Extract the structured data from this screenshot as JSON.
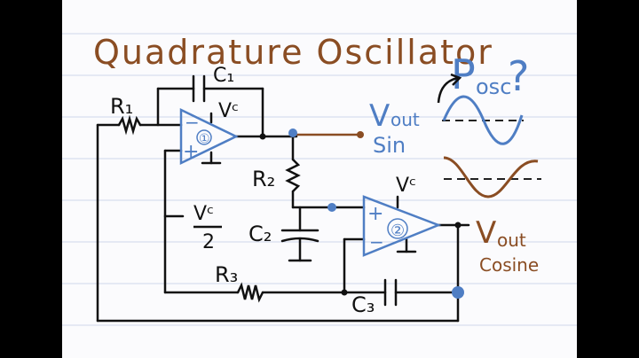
{
  "title": "Quadrature Oscillator",
  "question": {
    "symbol": "P",
    "subscript": "osc",
    "mark": "?"
  },
  "components": {
    "c1": "C₁",
    "r1": "R₁",
    "vc_top": "Vᶜ",
    "opamp1": "①",
    "minus": "−",
    "plus": "+",
    "r2": "R₂",
    "vc_half_num": "Vᶜ",
    "vc_half_den": "2",
    "c2": "C₂",
    "vc_right": "Vᶜ",
    "opamp2": "②",
    "r3": "R₃",
    "c3": "C₃"
  },
  "outputs": {
    "sin": {
      "v": "V",
      "sub": "out",
      "name": "Sin"
    },
    "cos": {
      "v": "V",
      "sub": "out",
      "name": "Cosine"
    }
  },
  "colors": {
    "title": "#8a4d23",
    "blue": "#4f7ec4",
    "brown": "#8a4d23",
    "ink": "#1a1a1a",
    "rule": "#cfd7ea"
  }
}
